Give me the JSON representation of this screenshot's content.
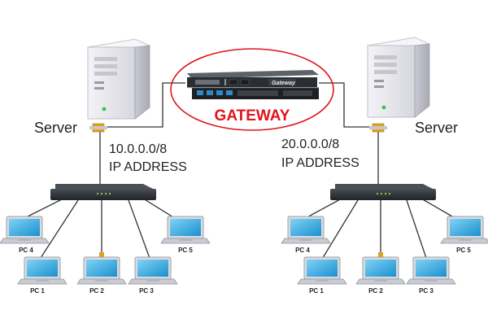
{
  "gateway": {
    "title": "GATEWAY",
    "device_label_top": "Gateway",
    "title_color": "#e0141c",
    "ellipse_color": "#e0141c"
  },
  "left_network": {
    "server_label": "Server",
    "subnet": "10.0.0.0/8",
    "address_label": "IP ADDRESS",
    "pcs": [
      "PC 4",
      "PC 5",
      "PC 1",
      "PC 2",
      "PC 3"
    ]
  },
  "right_network": {
    "server_label": "Server",
    "subnet": "20.0.0.0/8",
    "address_label": "IP ADDRESS",
    "pcs": [
      "PC 4",
      "PC 5",
      "PC 1",
      "PC 2",
      "PC 3"
    ]
  },
  "icons": {
    "server": "server-tower-icon",
    "switch": "network-switch-icon",
    "laptop": "laptop-icon",
    "gateway": "gateway-appliance-icon"
  },
  "colors": {
    "cable": "#333333",
    "switch_body": "#2b2e33",
    "server_body": "#e9e9ee",
    "laptop_screen": "#29a9e0",
    "connector": "#e2a31a"
  }
}
